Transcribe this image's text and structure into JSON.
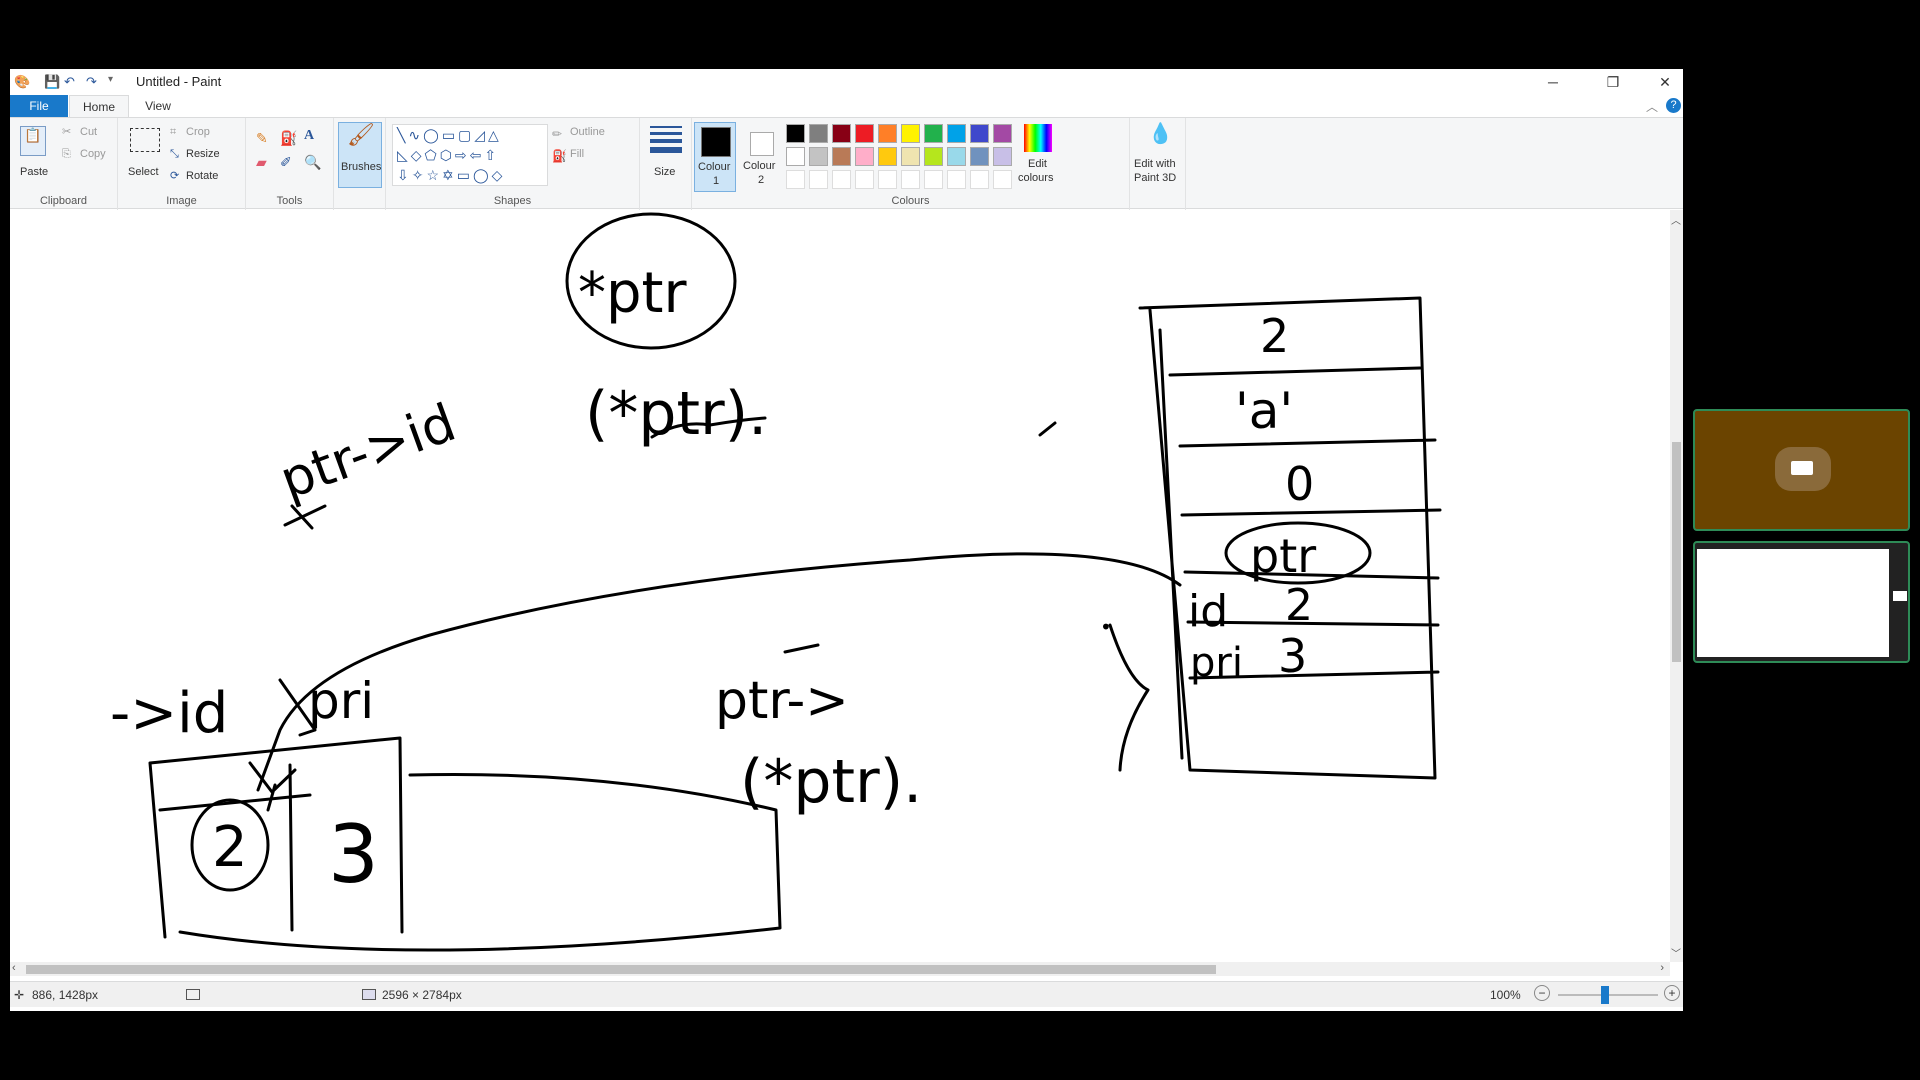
{
  "window": {
    "title": "Untitled - Paint",
    "controls": {
      "minimize": "─",
      "restore": "❐",
      "close": "✕"
    }
  },
  "tabs": {
    "file": "File",
    "home": "Home",
    "view": "View"
  },
  "ribbon": {
    "clipboard": {
      "label": "Clipboard",
      "paste": "Paste",
      "cut": "Cut",
      "copy": "Copy"
    },
    "image": {
      "label": "Image",
      "select": "Select",
      "crop": "Crop",
      "resize": "Resize",
      "rotate": "Rotate"
    },
    "tools": {
      "label": "Tools"
    },
    "brushes": {
      "label": "Brushes"
    },
    "shapes": {
      "label": "Shapes",
      "outline": "Outline",
      "fill": "Fill"
    },
    "size": {
      "label": "Size"
    },
    "colours": {
      "label": "Colours",
      "colour1_line1": "Colour",
      "colour1_line2": "1",
      "colour2_line1": "Colour",
      "colour2_line2": "2",
      "edit_line1": "Edit",
      "edit_line2": "colours",
      "paint3d_line1": "Edit with",
      "paint3d_line2": "Paint 3D",
      "colour1_value": "#000000",
      "colour2_value": "#ffffff",
      "palette_row1": [
        "#000000",
        "#7f7f7f",
        "#880015",
        "#ed1c24",
        "#ff7f27",
        "#fff200",
        "#22b14c",
        "#00a2e8",
        "#3f48cc",
        "#a349a4"
      ],
      "palette_row2": [
        "#ffffff",
        "#c3c3c3",
        "#b97a57",
        "#ffaec9",
        "#ffc90e",
        "#efe4b0",
        "#b5e61d",
        "#99d9ea",
        "#7092be",
        "#c8bfe7"
      ]
    }
  },
  "canvas": {
    "texts": {
      "star_ptr": "*ptr",
      "deref_ptr": "(*ptr).",
      "arrow_id": "ptr->id",
      "box_2": "2",
      "box_a": "'a'",
      "box_0": "0",
      "box_ptr": "ptr",
      "box_id_label": "id",
      "box_id_val": "2",
      "box_pri_label": "pri",
      "box_pri_val": "3",
      "arr_id": "->id",
      "arr_pri": "pri",
      "arr_cell1": "2",
      "arr_cell2": "3",
      "ptr_arrow": "ptr->",
      "deref_ptr2": "(*ptr).",
      "dash": "-",
      "dot": "•"
    }
  },
  "status": {
    "cursor_pos": "886, 1428px",
    "canvas_size": "2596 × 2784px",
    "zoom": "100%"
  }
}
